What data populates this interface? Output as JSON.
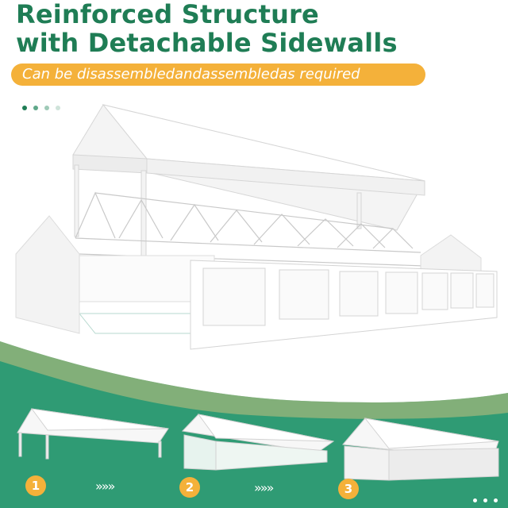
{
  "headline": {
    "line1": "Reinforced Structure",
    "line2": "with Detachable Sidewalls"
  },
  "subtitle": "Can be disassembledandassembledas required",
  "colors": {
    "brand_green": "#1f7d55",
    "accent_orange": "#f4b13a",
    "ground_green": "#2f9b74"
  },
  "steps": [
    {
      "label": "1"
    },
    {
      "label": "2"
    },
    {
      "label": "3"
    }
  ],
  "step_arrows": "»»»"
}
